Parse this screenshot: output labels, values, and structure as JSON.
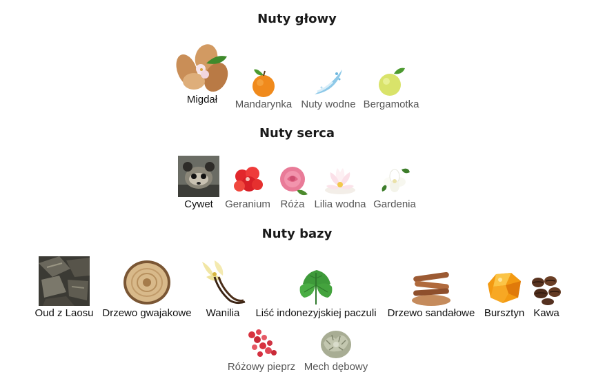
{
  "sections": {
    "top": {
      "title": "Nuty głowy",
      "notes": [
        {
          "label": "Migdał",
          "icon": "almond-icon"
        },
        {
          "label": "Mandarynka",
          "icon": "mandarin-icon"
        },
        {
          "label": "Nuty wodne",
          "icon": "water-splash-icon"
        },
        {
          "label": "Bergamotka",
          "icon": "bergamot-icon"
        }
      ]
    },
    "heart": {
      "title": "Nuty serca",
      "notes": [
        {
          "label": "Cywet",
          "icon": "civet-icon"
        },
        {
          "label": "Geranium",
          "icon": "geranium-icon"
        },
        {
          "label": "Róża",
          "icon": "rose-icon"
        },
        {
          "label": "Lilia wodna",
          "icon": "water-lily-icon"
        },
        {
          "label": "Gardenia",
          "icon": "gardenia-icon"
        }
      ]
    },
    "base": {
      "title": "Nuty bazy",
      "notes": [
        {
          "label": "Oud z Laosu",
          "icon": "oud-wood-icon"
        },
        {
          "label": "Drzewo gwajakowe",
          "icon": "guaiac-wood-icon"
        },
        {
          "label": "Wanilia",
          "icon": "vanilla-icon"
        },
        {
          "label": "Liść indonezyjskiej paczuli",
          "icon": "patchouli-leaf-icon"
        },
        {
          "label": "Drzewo sandałowe",
          "icon": "sandalwood-icon"
        },
        {
          "label": "Bursztyn",
          "icon": "amber-icon"
        },
        {
          "label": "Kawa",
          "icon": "coffee-beans-icon"
        },
        {
          "label": "Różowy pieprz",
          "icon": "pink-pepper-icon"
        },
        {
          "label": "Mech dębowy",
          "icon": "oakmoss-icon"
        }
      ]
    }
  }
}
